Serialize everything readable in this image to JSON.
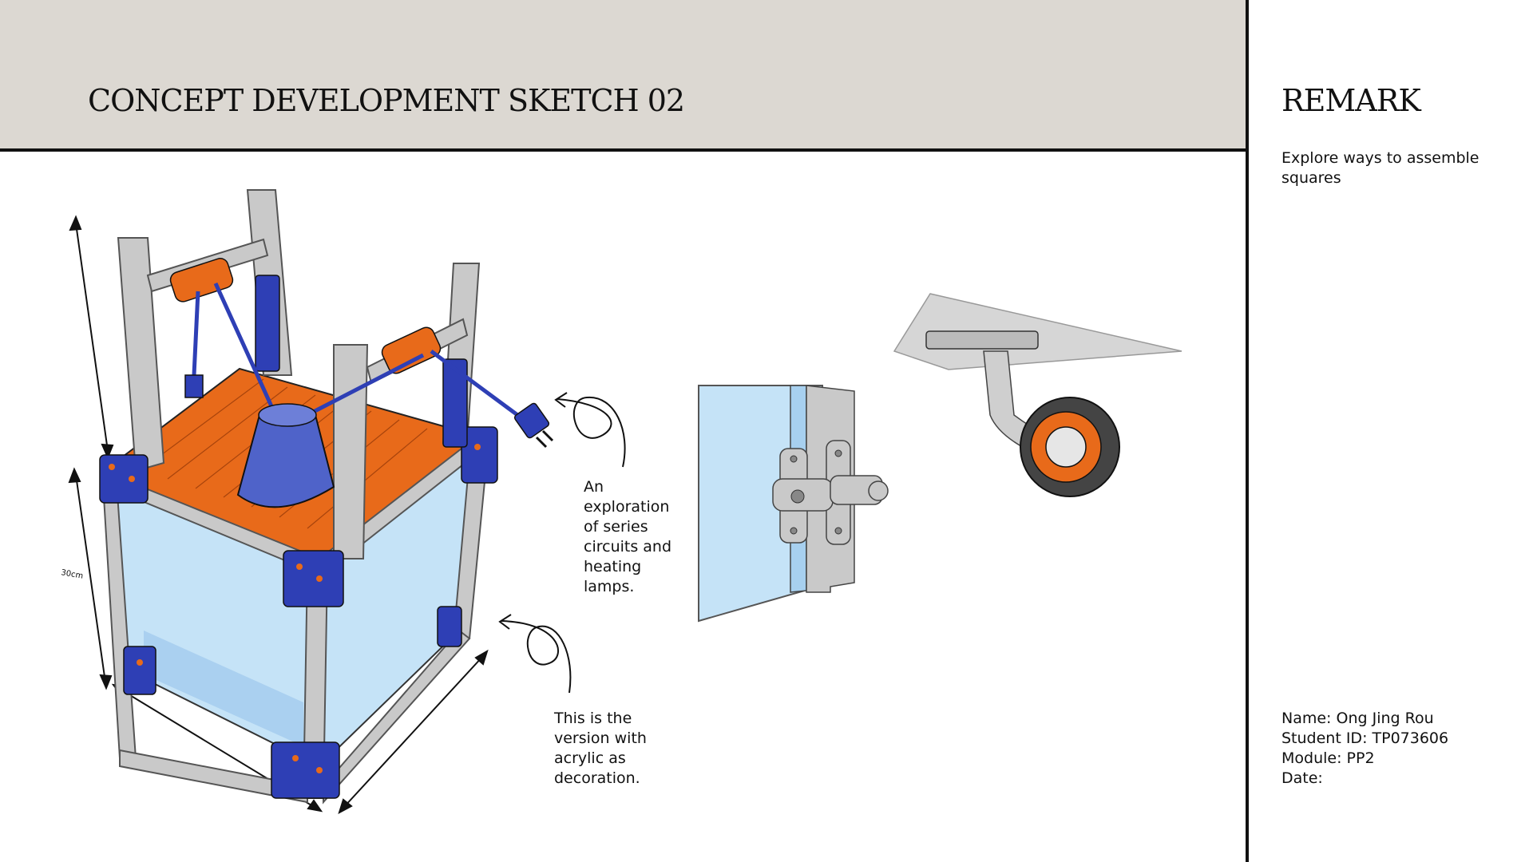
{
  "header": {
    "title": "CONCEPT DEVELOPMENT SKETCH 02"
  },
  "remark": {
    "title": "REMARK",
    "text": "Explore ways to assemble squares"
  },
  "notes": [
    {
      "text": "An exploration of series circuits and heating lamps."
    },
    {
      "text": "This is the version with acrylic as decoration."
    }
  ],
  "info": {
    "name": "Name: Ong Jing Rou",
    "student_id": "Student ID: TP073606",
    "module": "Module: PP2",
    "date": "Date:"
  },
  "sketch_labels": {
    "height_mark": "30cm"
  },
  "colors": {
    "header_bg": "#dcd8d2",
    "frame_blue": "#2e3fb5",
    "accent_orange": "#e86a1a",
    "acrylic_blue": "#c5e3f7",
    "aluminium": "#c9c9c9"
  }
}
